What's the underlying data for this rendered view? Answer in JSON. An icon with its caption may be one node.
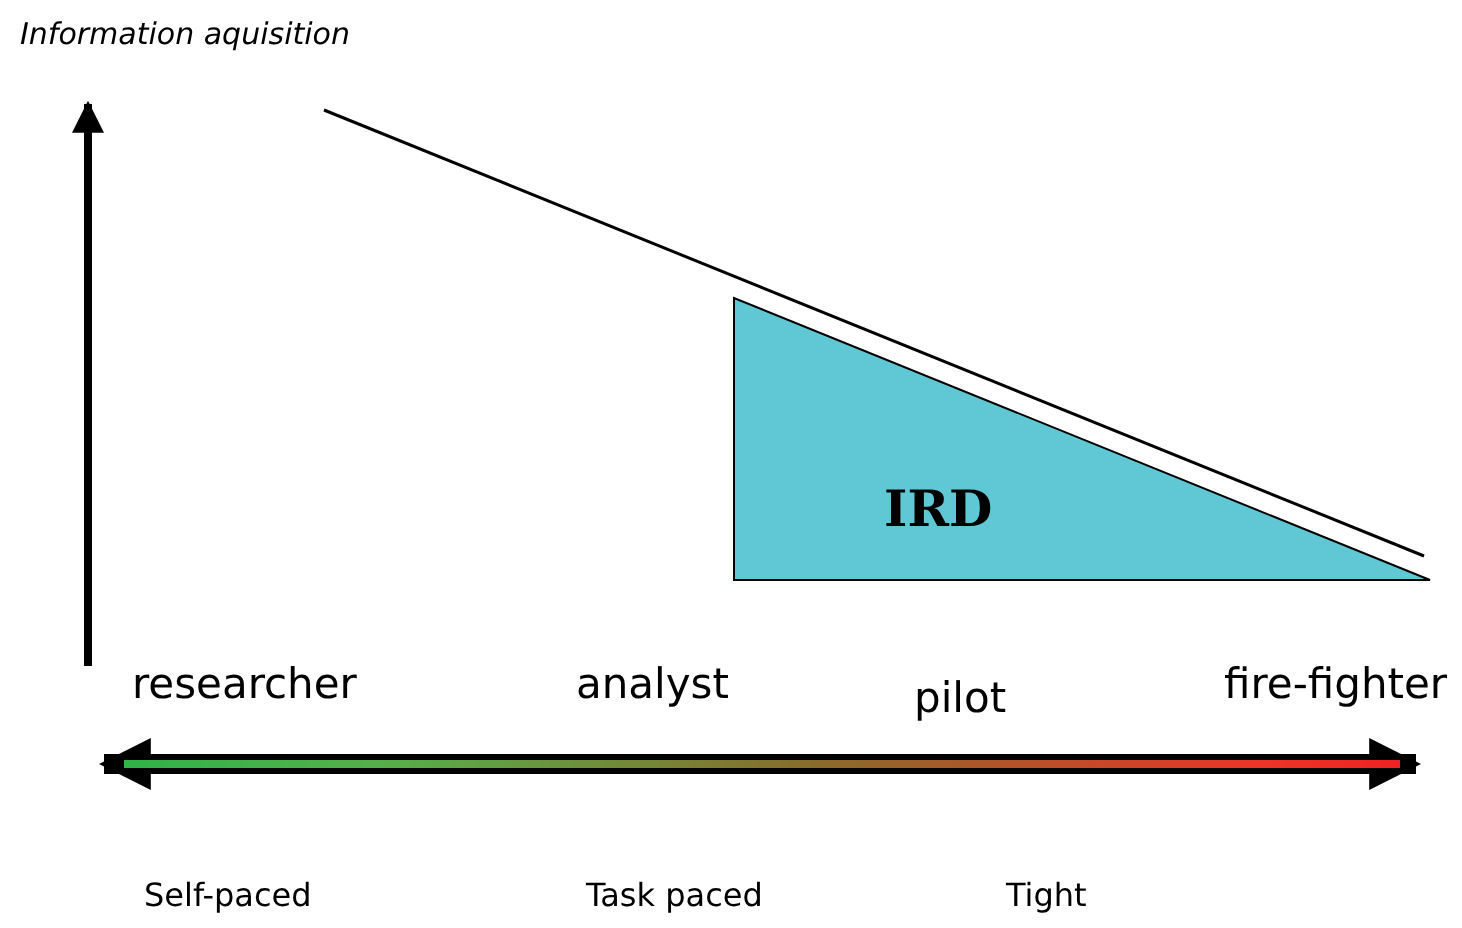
{
  "diagram": {
    "nodes": [
      {
        "text": [
          "IRD"
        ]
      }
    ],
    "labels": [
      "Information aquisition",
      "researcher",
      "analyst",
      "pilot",
      "fire-fighter",
      "Self-paced",
      "Task paced",
      "Tight"
    ]
  }
}
